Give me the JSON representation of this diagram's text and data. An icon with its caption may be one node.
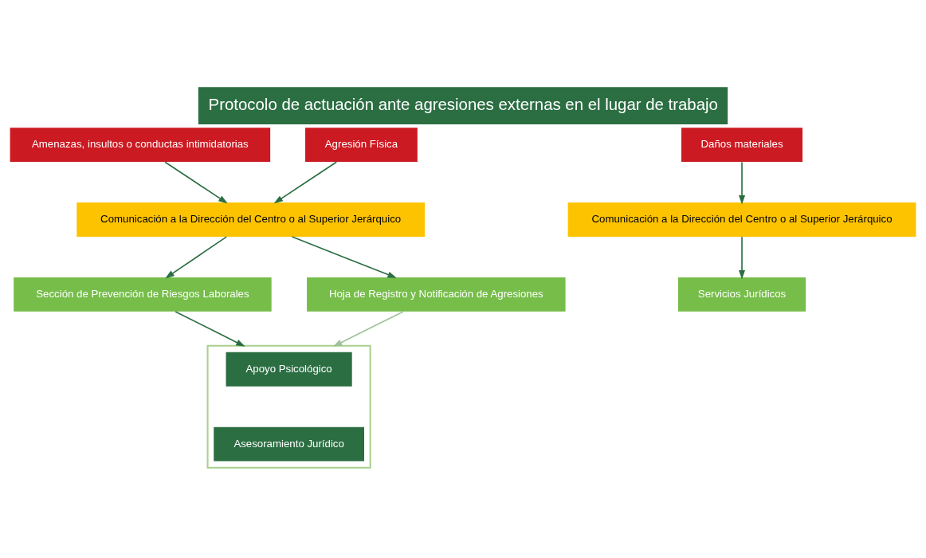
{
  "diagram": {
    "title": "Protocolo de actuación ante agresiones externas en el lugar de trabajo",
    "nodes": [
      {
        "text": [
          "Amenazas, insultos o conductas intimidatorias"
        ]
      },
      {
        "text": [
          "Agresión Física"
        ]
      },
      {
        "text": [
          "Daños materiales"
        ]
      },
      {
        "text": [
          "Comunicación a la Dirección del Centro o al Superior Jerárquico"
        ]
      },
      {
        "text": [
          "Comunicación a la Dirección del Centro o al Superior Jerárquico"
        ]
      },
      {
        "text": [
          "Sección de Prevención de Riesgos Laborales"
        ]
      },
      {
        "text": [
          "Hoja de Registro y Notificación de Agresiones"
        ]
      },
      {
        "text": [
          "Servicios Jurídicos"
        ]
      },
      {
        "text": [],
        "shape": "box"
      },
      {
        "text": [
          "Apoyo Psicológico"
        ],
        "in": 8
      },
      {
        "text": [
          "Asesoramiento Jurídico"
        ],
        "in": 8
      }
    ],
    "edges": [
      {
        "from": 0,
        "to": 3,
        "arrow": "to"
      },
      {
        "from": 1,
        "to": 3,
        "arrow": "to"
      },
      {
        "from": 2,
        "to": 4,
        "arrow": "to"
      },
      {
        "from": 3,
        "to": 5,
        "arrow": "to"
      },
      {
        "from": 3,
        "to": 6,
        "arrow": "to"
      },
      {
        "from": 4,
        "to": 7,
        "arrow": "to"
      },
      {
        "from": 5,
        "to": 8,
        "arrow": "to"
      },
      {
        "from": 6,
        "to": 8,
        "arrow": "to",
        "color": "#9ec29a"
      }
    ]
  }
}
